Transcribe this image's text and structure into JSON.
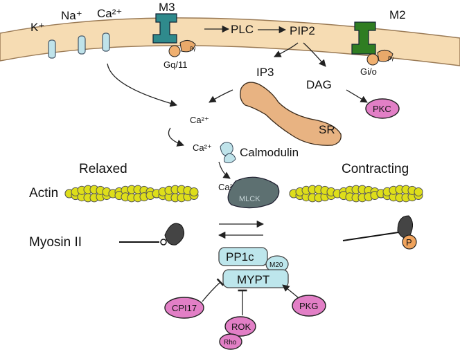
{
  "ions": {
    "k": "K⁺",
    "na": "Na⁺",
    "ca": "Ca²⁺"
  },
  "receptors": {
    "m3": "M3",
    "m2": "M2",
    "gq": "Gq/11",
    "gi": "Gi/o",
    "beta": "βγ"
  },
  "pathway": {
    "plc": "PLC",
    "pip2": "PIP2",
    "ip3": "IP3",
    "dag": "DAG",
    "sr": "SR",
    "pkc": "PKC"
  },
  "calcium": {
    "ca_free": "Ca²⁺",
    "ca_bound": "Ca²⁺",
    "calmodulin": "Calmodulin",
    "ca_mlck": "Ca²⁺",
    "mlck": "MLCK"
  },
  "states": {
    "relaxed": "Relaxed",
    "contracting": "Contracting",
    "actin": "Actin",
    "myosin": "Myosin II",
    "phosphate": "P"
  },
  "phosphatase": {
    "pp1c": "PP1c",
    "m20": "M20",
    "mypt": "MYPT"
  },
  "regulators": {
    "cpi17": "CPI17",
    "rok": "ROK",
    "rho": "Rho",
    "pkg": "PKG"
  },
  "colors": {
    "membrane": "#f6dcb3",
    "channel": "#bfe3ea",
    "m3": "#2f8a8c",
    "m2": "#2f7d22",
    "gprotein": "#e9a96a",
    "actin": "#dede1a",
    "mlck": "#5d7071",
    "pink": "#e27fc6",
    "cyan": "#bde6ec"
  }
}
